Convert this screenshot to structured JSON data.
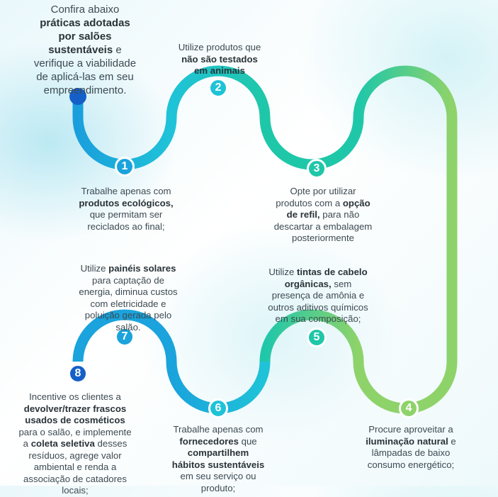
{
  "intro": {
    "pre": "Confira abaixo",
    "bold": "práticas adotadas por salões sustentáveis",
    "post": "e verifique a viabilidade de aplicá-las em seu empreendimento."
  },
  "steps": [
    {
      "n": "1",
      "pre": "Trabalhe apenas com",
      "bold": "produtos ecológicos,",
      "post": "que permitam ser reciclados ao final;"
    },
    {
      "n": "2",
      "pre": "Utilize produtos que",
      "bold": "não são testados em animais",
      "post": ""
    },
    {
      "n": "3",
      "pre": "Opte por utilizar produtos com a",
      "bold": "opção de refil,",
      "post": "para não descartar a embalagem posteriormente"
    },
    {
      "n": "4",
      "pre": "Procure aproveitar a",
      "bold": "iluminação natural",
      "post": "e lâmpadas de baixo consumo energético;"
    },
    {
      "n": "5",
      "pre": "Utilize",
      "bold": "tintas de cabelo orgânicas,",
      "post": "sem presença de amônia e outros aditivos químicos em sua composição;"
    },
    {
      "n": "6",
      "pre": "Trabalhe apenas com",
      "bold": "fornecedores",
      "post": "que"
    },
    {
      "n": "7",
      "pre": "Utilize",
      "bold": "painéis solares",
      "post": "para captação de energia, diminua custos com eletricidade e poluição gerada pelo salão."
    },
    {
      "n": "8",
      "pre": "Incentive os clientes a",
      "bold": "devolver/trazer frascos usados de cosméticos",
      "post": "para o salão, e implemente a"
    }
  ],
  "step6_extra": {
    "bold": "compartilhem hábitos sustentáveis",
    "post": "em seu serviço ou produto;"
  },
  "step8_extra": {
    "bold": "coleta seletiva",
    "post": "desses resíduos, agrege valor ambiental e renda a associação de catadores locais;"
  },
  "colors": {
    "blue": "#1aa3dc",
    "cyan": "#1fc2d4",
    "teal": "#1fc7a9",
    "green": "#8ed36a",
    "dark_blue": "#1560c8"
  }
}
